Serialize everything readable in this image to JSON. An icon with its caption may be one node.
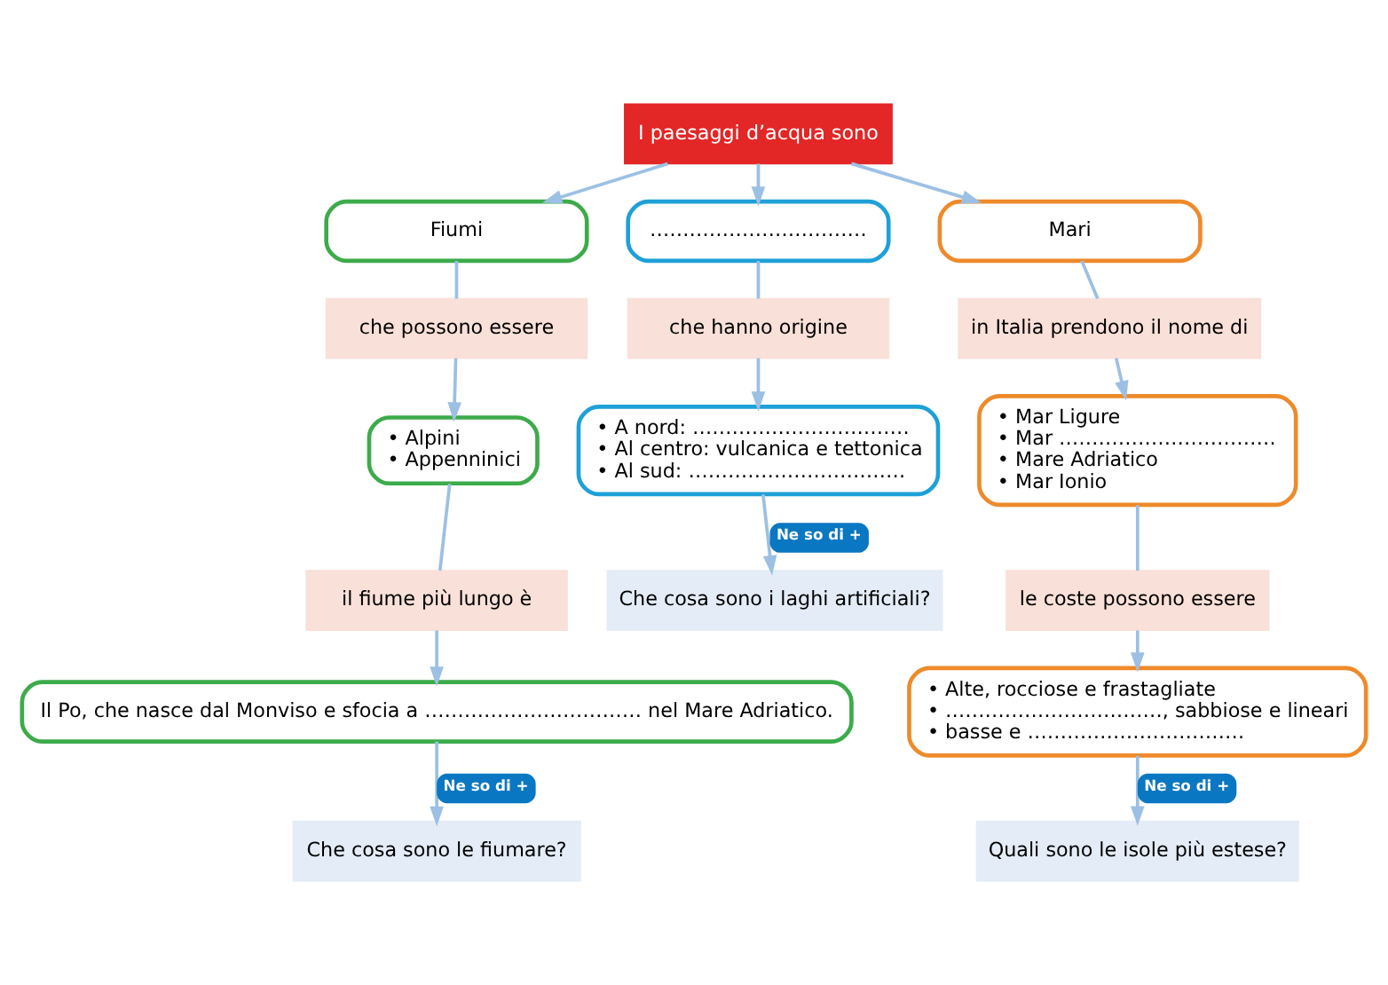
{
  "diagram": {
    "nodes": [
      {
        "text": [
          "I paesaggi d’acqua sono"
        ]
      },
      {
        "text": [
          "Fiumi"
        ]
      },
      {
        "text": [
          "……………………………"
        ]
      },
      {
        "text": [
          "Mari"
        ]
      },
      {
        "text": [
          "che possono essere"
        ]
      },
      {
        "text": [
          "che hanno origine"
        ]
      },
      {
        "text": [
          "in Italia prendono il nome di"
        ]
      },
      {
        "text": [
          "• Alpini",
          "• Appenninici"
        ]
      },
      {
        "text": [
          "• A nord: ……………………………",
          "• Al centro: vulcanica e tettonica",
          "• Al sud: ……………………………"
        ]
      },
      {
        "text": [
          "• Mar Ligure",
          "• Mar ……………………………",
          "• Mare Adriatico",
          "• Mar Ionio"
        ]
      },
      {
        "text": [
          "il fiume più lungo è"
        ]
      },
      {
        "text": [
          "le coste possono essere"
        ]
      },
      {
        "text": [
          "Il Po, che nasce dal Monviso e sfocia a …………………………… nel Mare Adriatico."
        ]
      },
      {
        "text": [
          "• Alte, rocciose e frastagliate",
          "• ……………………………, sabbiose e lineari",
          "• basse e ……………………………"
        ]
      },
      {
        "text": [
          "Che cosa sono i laghi artificiali?"
        ]
      },
      {
        "text": [
          "Che cosa sono le fiumare?"
        ]
      },
      {
        "text": [
          "Quali sono le isole più estese?"
        ]
      }
    ],
    "edges": [
      {
        "from": 0,
        "to": 1,
        "arrow": "to"
      },
      {
        "from": 0,
        "to": 2,
        "arrow": "to"
      },
      {
        "from": 0,
        "to": 3,
        "arrow": "to"
      },
      {
        "from": 1,
        "to": 4,
        "arrow": "none"
      },
      {
        "from": 4,
        "to": 7,
        "arrow": "to"
      },
      {
        "from": 7,
        "to": 10,
        "arrow": "none"
      },
      {
        "from": 10,
        "to": 12,
        "arrow": "to"
      },
      {
        "from": 12,
        "to": 15,
        "arrow": "to",
        "label": "Ne so di +"
      },
      {
        "from": 2,
        "to": 5,
        "arrow": "none"
      },
      {
        "from": 5,
        "to": 8,
        "arrow": "to"
      },
      {
        "from": 8,
        "to": 14,
        "arrow": "to",
        "label": "Ne so di +"
      },
      {
        "from": 3,
        "to": 6,
        "arrow": "none"
      },
      {
        "from": 6,
        "to": 9,
        "arrow": "to"
      },
      {
        "from": 9,
        "to": 11,
        "arrow": "none"
      },
      {
        "from": 11,
        "to": 13,
        "arrow": "to"
      },
      {
        "from": 13,
        "to": 16,
        "arrow": "to",
        "label": "Ne so di +"
      }
    ]
  }
}
